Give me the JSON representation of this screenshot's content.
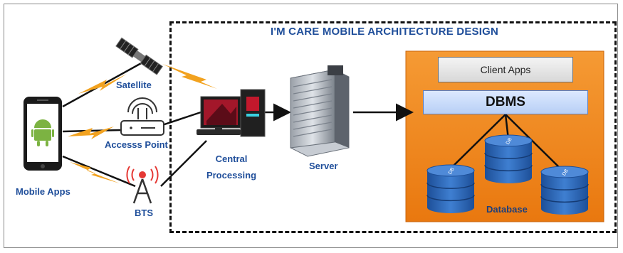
{
  "title": "I'M CARE MOBILE ARCHITECTURE DESIGN",
  "nodes": {
    "mobile_apps": "Mobile Apps",
    "satellite": "Satellite",
    "access_point": "Accesss Point",
    "bts": "BTS",
    "central_processing_line1": "Central",
    "central_processing_line2": "Processing",
    "server": "Server"
  },
  "backend": {
    "client_apps": "Client Apps",
    "dbms": "DBMS",
    "database": "Database",
    "db_tag": "DB"
  },
  "colors": {
    "label_blue": "#1f4e9a",
    "backend_orange": "#f28a1e",
    "lightning": "#f2a21f",
    "db_blue": "#2a62b4"
  },
  "icons": [
    "android-phone-icon",
    "satellite-icon",
    "wifi-router-icon",
    "cell-tower-icon",
    "workstation-icon",
    "server-rack-icon",
    "database-icon"
  ]
}
